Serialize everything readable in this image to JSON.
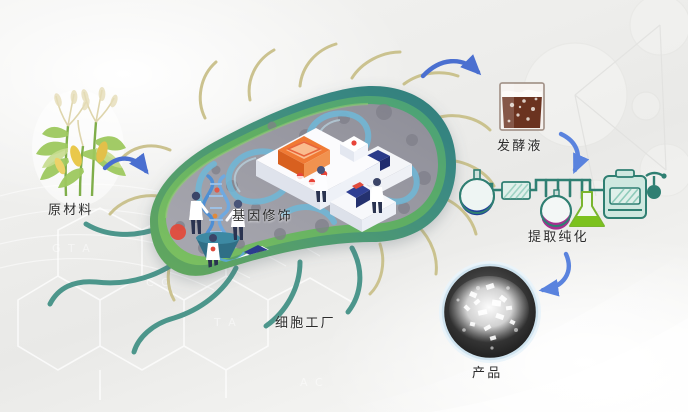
{
  "figure": {
    "title": "Cell factory bioproduction workflow",
    "background_color": "#efefed"
  },
  "labels": {
    "raw_material": "原材料",
    "genetic_modification": "基因修饰",
    "cell_factory": "细胞工厂",
    "fermentation_broth": "发酵液",
    "extraction_purification": "提取纯化",
    "product": "产品"
  },
  "icons": {
    "corn_plant": "corn-plant-icon",
    "bacterium_cell": "bacterium-cell-icon",
    "dna_helix": "dna-helix-icon",
    "lab_bench": "lab-bench-icon",
    "scientist": "scientist-figure-icon",
    "beaker": "fermentation-beaker-icon",
    "round_flask": "round-flask-icon",
    "filter_unit": "filter-unit-icon",
    "condenser": "condenser-column-icon",
    "magenta_flask": "magenta-flask-icon",
    "green_flask": "green-conical-flask-icon",
    "dryer_unit": "dryer-unit-icon",
    "valve": "valve-icon",
    "product_dish": "product-crystal-dish-icon",
    "arrow": "curved-arrow-icon"
  },
  "arrows": [
    {
      "name": "arrow-raw-to-cell",
      "from": "原材料",
      "to": "细胞工厂"
    },
    {
      "name": "arrow-cell-to-broth",
      "from": "细胞工厂",
      "to": "发酵液"
    },
    {
      "name": "arrow-broth-to-purification",
      "from": "发酵液",
      "to": "提取纯化"
    },
    {
      "name": "arrow-purification-to-product",
      "from": "提取纯化",
      "to": "产品"
    }
  ],
  "colors": {
    "arrow_blue": "#4a6fd0",
    "membrane_green": "#5aa84f",
    "membrane_teal": "#3f8f84",
    "cytoplasm_gray": "#9b9ba3",
    "flagella_tan": "#c9c08a",
    "dna_blue": "#5aa8cf",
    "broth_brown": "#6b3320",
    "flask_blue": "#1f3f98",
    "flask_magenta": "#a6308f",
    "flask_green": "#7cc21e",
    "equipment_teal": "#3f9b90",
    "label_text": "#2c2c2c"
  }
}
